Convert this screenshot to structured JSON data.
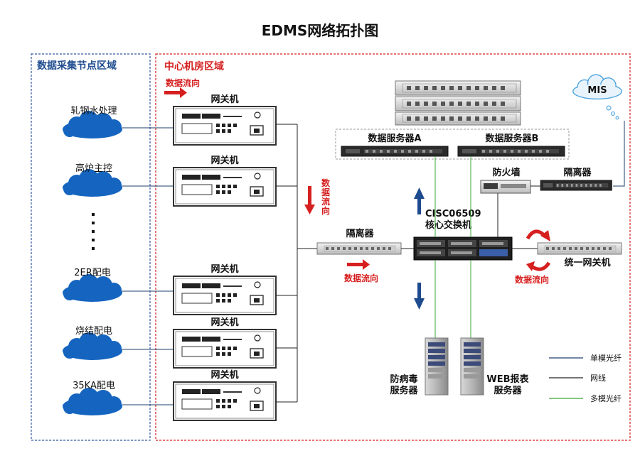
{
  "title": "EDMS网络拓扑图",
  "zones": {
    "collection": "数据采集节点区域",
    "center": "中心机房区域"
  },
  "nodes": [
    "轧钢水处理",
    "高炉主控",
    "2ER配电",
    "烧结配电",
    "35KA配电"
  ],
  "gateway_label": "网关机",
  "flow_label": "数据流向",
  "flow_label_vertical": [
    "数",
    "据",
    "流",
    "向"
  ],
  "isolator_label": "隔离器",
  "servers": {
    "a": "数据服务器A",
    "b": "数据服务器B"
  },
  "firewall": "防火墙",
  "isolator2": "隔离器",
  "mis": "MIS",
  "core": {
    "line1": "CISC06509",
    "line2": "核心交换机"
  },
  "unified_gateway": "统一网关机",
  "antivirus": {
    "line1": "防病毒",
    "line2": "服务器"
  },
  "web": {
    "line1": "WEB报表",
    "line2": "服务器"
  },
  "legend": [
    {
      "label": "单模光纤",
      "color": "#1e3f6e"
    },
    {
      "label": "网线",
      "color": "#222222"
    },
    {
      "label": "多模光纤",
      "color": "#3aa83a"
    }
  ],
  "colors": {
    "cloud": "#1565c0",
    "red": "#d62020",
    "blue": "#1e4b8f"
  }
}
